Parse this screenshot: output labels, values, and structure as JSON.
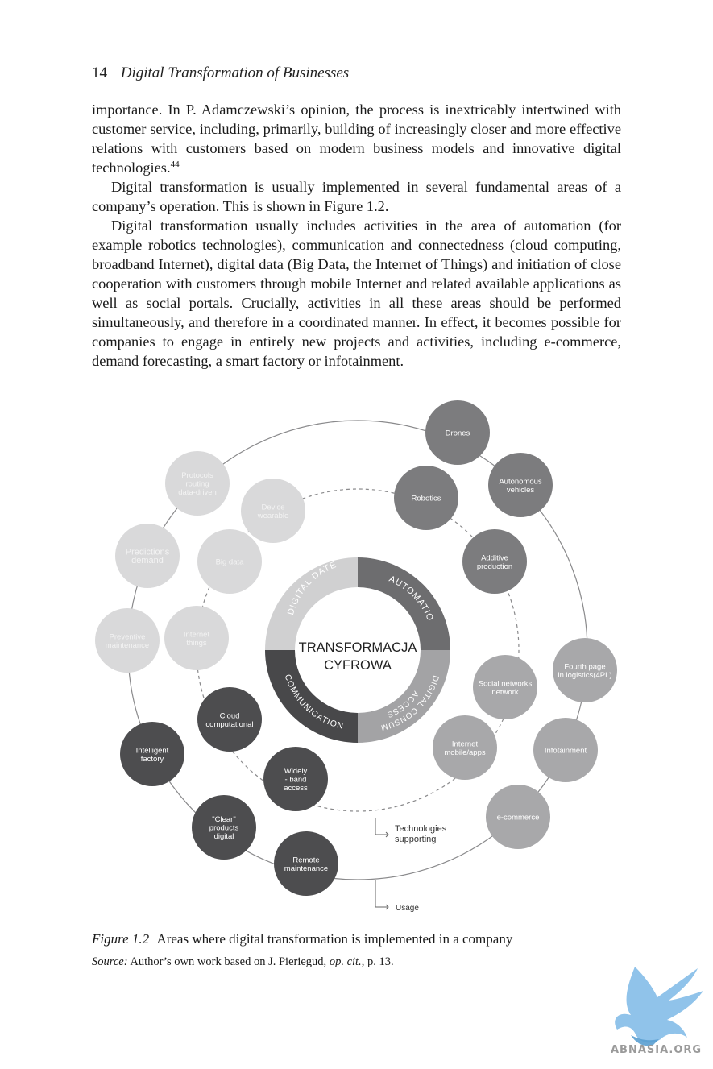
{
  "header": {
    "page_number": "14",
    "running_title": "Digital Transformation of Businesses"
  },
  "body": {
    "p1": "importance. In P. Adamczewski’s opinion, the process is inextricably intertwined with customer service, including, primarily, building of increasingly closer and more effective relations with customers based on modern business models and innovative digital technologies.",
    "p1_note": "44",
    "p2": "Digital transformation is usually implemented in several fundamental areas of a company’s operation. This is shown in Figure 1.2.",
    "p3": "Digital transformation usually includes activities in the area of automation (for example robotics technologies), communication and connectedness (cloud computing, broadband Internet), digital data (Big Data, the Internet of Things) and initiation of close cooperation with customers through mobile Internet and related available applications as well as social portals. Crucially, activities in all these areas should be performed simultaneously, and therefore in a coordinated manner. In effect, it becomes possible for companies to engage in entirely new projects and activities, including e-commerce, demand forecasting, a smart factory or infotainment."
  },
  "figure": {
    "center_line1": "TRANSFORMACJA",
    "center_line2": "CYFROWA",
    "segments": {
      "digital_date": "DIGITAL DATE",
      "automation": "AUTOMATION",
      "consumer_line1": "DIGITAL CONSUMER",
      "consumer_line2": "ACCESS",
      "communication": "COMMUNICATION"
    },
    "legend_supporting_1": "Technologies",
    "legend_supporting_2": "supporting",
    "legend_usage": "Usage",
    "colors": {
      "dark": "#4d4d4f",
      "medium": "#7c7c7e",
      "light": "#a8a8aa",
      "pale": "#d9d9da"
    },
    "nodes": [
      {
        "id": "drones",
        "lines": [
          "Drones"
        ],
        "shade": "medium"
      },
      {
        "id": "autonomous-vehicles",
        "lines": [
          "Autonomous",
          "vehicles"
        ],
        "shade": "medium"
      },
      {
        "id": "robotics",
        "lines": [
          "Robotics"
        ],
        "shade": "medium"
      },
      {
        "id": "additive-production",
        "lines": [
          "Additive",
          "production"
        ],
        "shade": "medium"
      },
      {
        "id": "protocols",
        "lines": [
          "Protocols",
          "routing",
          "data-driven"
        ],
        "shade": "pale"
      },
      {
        "id": "device-wearable",
        "lines": [
          "Device",
          "wearable"
        ],
        "shade": "pale"
      },
      {
        "id": "predictions-demand",
        "lines": [
          "Predictions",
          "demand"
        ],
        "shade": "pale"
      },
      {
        "id": "big-data",
        "lines": [
          "Big data"
        ],
        "shade": "pale"
      },
      {
        "id": "preventive-maintenance",
        "lines": [
          "Preventive",
          "maintenance"
        ],
        "shade": "pale"
      },
      {
        "id": "internet-things",
        "lines": [
          "Internet",
          "things"
        ],
        "shade": "pale"
      },
      {
        "id": "fourth-page",
        "lines": [
          "Fourth page",
          "in logistics(4PL)"
        ],
        "shade": "light"
      },
      {
        "id": "social-networks",
        "lines": [
          "Social networks",
          "network"
        ],
        "shade": "light"
      },
      {
        "id": "cloud",
        "lines": [
          "Cloud",
          "computational"
        ],
        "shade": "dark"
      },
      {
        "id": "intelligent-factory",
        "lines": [
          "Intelligent",
          "factory"
        ],
        "shade": "dark"
      },
      {
        "id": "internet-mobile",
        "lines": [
          "Internet",
          "mobile/apps"
        ],
        "shade": "light"
      },
      {
        "id": "infotainment",
        "lines": [
          "Infotainment"
        ],
        "shade": "light"
      },
      {
        "id": "widely-band",
        "lines": [
          "Widely",
          "- band",
          "access"
        ],
        "shade": "dark"
      },
      {
        "id": "clear-products",
        "lines": [
          "\"Clear\"",
          "products",
          "digital"
        ],
        "shade": "dark"
      },
      {
        "id": "e-commerce",
        "lines": [
          "e-commerce"
        ],
        "shade": "light"
      },
      {
        "id": "remote-maintenance",
        "lines": [
          "Remote",
          "maintenance"
        ],
        "shade": "dark"
      }
    ]
  },
  "caption": {
    "label": "Figure 1.2",
    "text": "Areas where digital transformation is implemented in a company"
  },
  "source": {
    "label": "Source:",
    "text_before": "Author’s own work based on J. Pieriegud,",
    "italic": "op. cit.",
    "text_after": ", p. 13."
  },
  "watermark_text": "ABNASIA.ORG"
}
